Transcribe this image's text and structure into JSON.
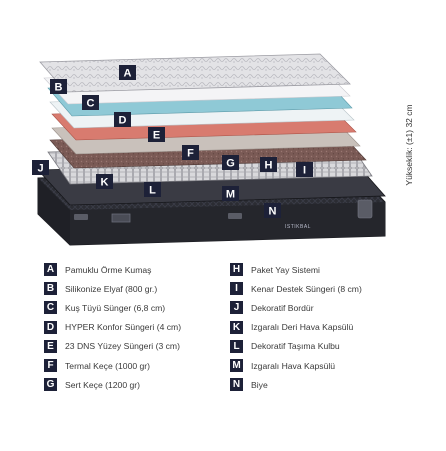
{
  "height_label": "Yükseklik: (±1) 32 cm",
  "brand_tag": "ISTIKBAL",
  "legend": [
    {
      "letter": "A",
      "text": "Pamuklu Örme Kumaş"
    },
    {
      "letter": "B",
      "text": "Silikonize Elyaf (800 gr.)"
    },
    {
      "letter": "C",
      "text": "Kuş Tüyü Sünger (6,8 cm)"
    },
    {
      "letter": "D",
      "text": "HYPER Konfor Süngeri (4 cm)"
    },
    {
      "letter": "E",
      "text": "23 DNS Yüzey Süngeri (3 cm)"
    },
    {
      "letter": "F",
      "text": "Termal Keçe (1000 gr)"
    },
    {
      "letter": "G",
      "text": "Sert Keçe (1200 gr)"
    },
    {
      "letter": "H",
      "text": "Paket Yay Sistemi"
    },
    {
      "letter": "I",
      "text": "Kenar Destek Süngeri (8 cm)"
    },
    {
      "letter": "J",
      "text": "Dekoratif Bordür"
    },
    {
      "letter": "K",
      "text": "Izgaralı Deri Hava Kapsülü"
    },
    {
      "letter": "L",
      "text": "Dekoratif Taşıma Kulbu"
    },
    {
      "letter": "M",
      "text": "Izgaralı Hava Kapsülü"
    },
    {
      "letter": "N",
      "text": "Biye"
    }
  ],
  "colors": {
    "badge": "#1d2138",
    "quilt_top": "#e3e3e6",
    "foam_blue": "#8fc9d6",
    "foam_pink": "#d87b6f",
    "felt_brown": "#7a5a55",
    "base_dark": "#2b2c33",
    "spring_silver": "#c9c9cc"
  }
}
